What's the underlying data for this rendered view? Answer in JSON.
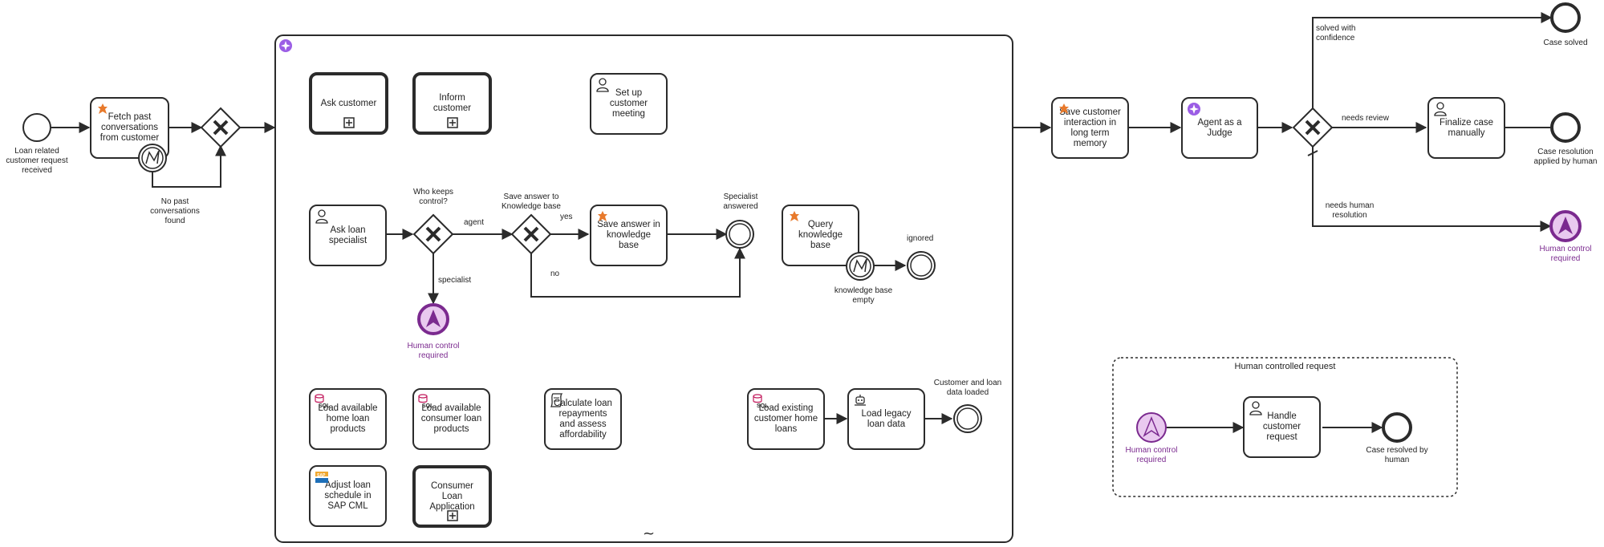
{
  "events": {
    "start": "Loan related customer request received",
    "no_past": "No past conversations found",
    "human_control_1": "Human control required",
    "specialist_answered": "Specialist answered",
    "ignored": "ignored",
    "kb_empty": "knowledge base empty",
    "customer_loaded": "Customer and loan data loaded",
    "case_solved": "Case solved",
    "case_resolution_human": "Case resolution applied by human",
    "human_control_2": "Human control required",
    "human_control_3": "Human control required",
    "case_resolved_human": "Case resolved by human"
  },
  "tasks": {
    "fetch_past": "Fetch past conversations from customer",
    "ask_customer": "Ask customer",
    "inform_customer": "Inform customer",
    "setup_meeting": "Set up customer meeting",
    "ask_specialist": "Ask loan specialist",
    "save_answer": "Save answer in knowledge base",
    "query_kb": "Query knowledge base",
    "load_home": "Load available home loan products",
    "load_consumer": "Load available consumer loan products",
    "calc_repayments": "Calculate loan repayments and assess affordability",
    "load_existing": "Load existing customer home loans",
    "load_legacy": "Load legacy loan data",
    "adjust_schedule": "Adjust loan schedule in SAP CML",
    "consumer_app": "Consumer Loan Application",
    "save_interaction": "Save customer interaction in long term memory",
    "agent_judge": "Agent as a Judge",
    "finalize_case": "Finalize case manually",
    "handle_request": "Handle customer request"
  },
  "gateways": {
    "who_keeps_control": "Who keeps control?",
    "save_answer_q": "Save answer to Knowledge base"
  },
  "flows": {
    "agent": "agent",
    "specialist": "specialist",
    "yes": "yes",
    "no": "no",
    "solved_confidence": "solved with confidence",
    "needs_review": "needs review",
    "needs_human": "needs human resolution"
  },
  "group": {
    "title": "Human controlled request"
  },
  "colors": {
    "stroke": "#2b2b2b",
    "escalation": "#7b2a8f",
    "escalation_fill": "#e9c9ef",
    "service": "#e87a2c",
    "ai": "#9b5de5",
    "script": "#c2185b"
  },
  "icons": {
    "service": "service-task-icon",
    "user": "user-task-icon",
    "ai": "ai-agent-icon",
    "script": "script-icon",
    "sql": "sql-icon",
    "connector": "connector-icon",
    "robot": "robot-icon",
    "subprocess": "subprocess-marker-icon",
    "adhoc": "adhoc-marker-icon"
  }
}
